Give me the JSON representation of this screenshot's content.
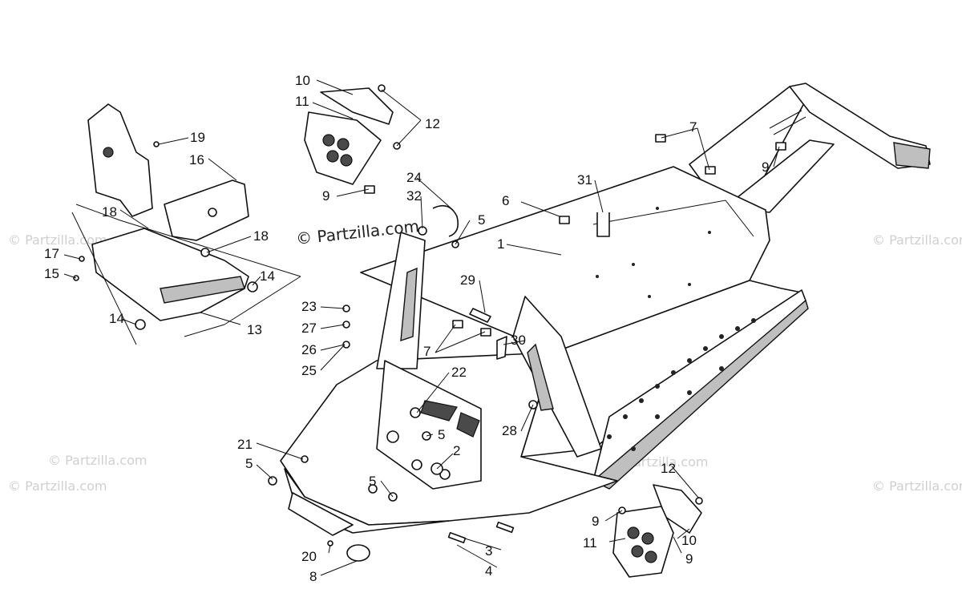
{
  "watermarks": {
    "main": "© Partzilla.com",
    "faint": "© Partzilla.com"
  },
  "callouts": [
    {
      "id": "c1",
      "label": "1"
    },
    {
      "id": "c2",
      "label": "2"
    },
    {
      "id": "c3",
      "label": "3"
    },
    {
      "id": "c4",
      "label": "4"
    },
    {
      "id": "c5a",
      "label": "5"
    },
    {
      "id": "c5b",
      "label": "5"
    },
    {
      "id": "c5c",
      "label": "5"
    },
    {
      "id": "c5d",
      "label": "5"
    },
    {
      "id": "c6",
      "label": "6"
    },
    {
      "id": "c7a",
      "label": "7"
    },
    {
      "id": "c7b",
      "label": "7"
    },
    {
      "id": "c8",
      "label": "8"
    },
    {
      "id": "c9a",
      "label": "9"
    },
    {
      "id": "c9b",
      "label": "9"
    },
    {
      "id": "c9c",
      "label": "9"
    },
    {
      "id": "c9d",
      "label": "9"
    },
    {
      "id": "c10a",
      "label": "10"
    },
    {
      "id": "c10b",
      "label": "10"
    },
    {
      "id": "c11a",
      "label": "11"
    },
    {
      "id": "c11b",
      "label": "11"
    },
    {
      "id": "c12a",
      "label": "12"
    },
    {
      "id": "c12b",
      "label": "12"
    },
    {
      "id": "c13",
      "label": "13"
    },
    {
      "id": "c14a",
      "label": "14"
    },
    {
      "id": "c14b",
      "label": "14"
    },
    {
      "id": "c15",
      "label": "15"
    },
    {
      "id": "c16",
      "label": "16"
    },
    {
      "id": "c17",
      "label": "17"
    },
    {
      "id": "c18a",
      "label": "18"
    },
    {
      "id": "c18b",
      "label": "18"
    },
    {
      "id": "c19",
      "label": "19"
    },
    {
      "id": "c20",
      "label": "20"
    },
    {
      "id": "c21",
      "label": "21"
    },
    {
      "id": "c22",
      "label": "22"
    },
    {
      "id": "c23",
      "label": "23"
    },
    {
      "id": "c24",
      "label": "24"
    },
    {
      "id": "c25",
      "label": "25"
    },
    {
      "id": "c26",
      "label": "26"
    },
    {
      "id": "c27",
      "label": "27"
    },
    {
      "id": "c28",
      "label": "28"
    },
    {
      "id": "c29",
      "label": "29"
    },
    {
      "id": "c30",
      "label": "30"
    },
    {
      "id": "c31",
      "label": "31"
    },
    {
      "id": "c32",
      "label": "32"
    }
  ]
}
